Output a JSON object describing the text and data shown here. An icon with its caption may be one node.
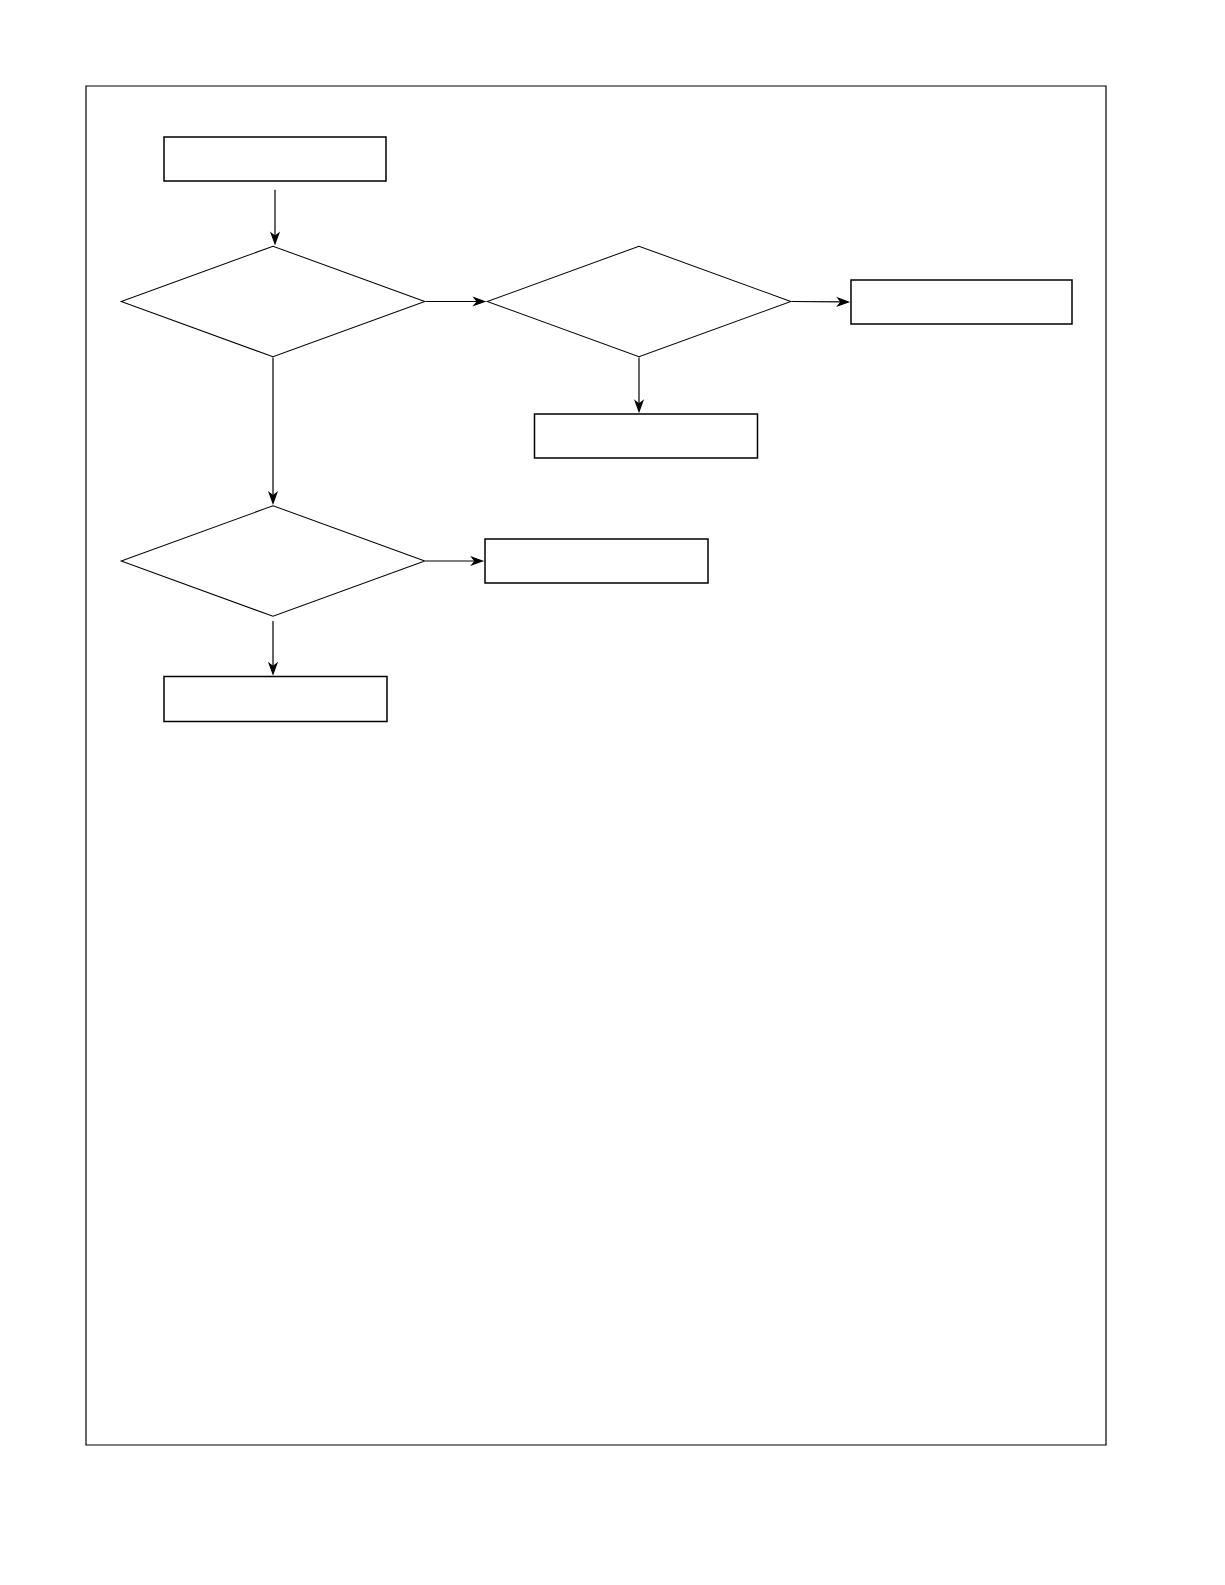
{
  "diagram": {
    "nodes": [
      {
        "text": [],
        "shape": "box"
      },
      {
        "text": [],
        "shape": "diamond"
      },
      {
        "text": [],
        "shape": "diamond"
      },
      {
        "text": [],
        "shape": "box"
      },
      {
        "text": [],
        "shape": "box"
      },
      {
        "text": [],
        "shape": "diamond"
      },
      {
        "text": [],
        "shape": "box"
      },
      {
        "text": [],
        "shape": "box"
      }
    ],
    "edges": [
      {
        "from": 0,
        "to": 1,
        "arrow": "to"
      },
      {
        "from": 1,
        "to": 2,
        "arrow": "to"
      },
      {
        "from": 2,
        "to": 3,
        "arrow": "to"
      },
      {
        "from": 2,
        "to": 4,
        "arrow": "to"
      },
      {
        "from": 1,
        "to": 5,
        "arrow": "to"
      },
      {
        "from": 5,
        "to": 6,
        "arrow": "to"
      },
      {
        "from": 5,
        "to": 7,
        "arrow": "to"
      }
    ]
  }
}
